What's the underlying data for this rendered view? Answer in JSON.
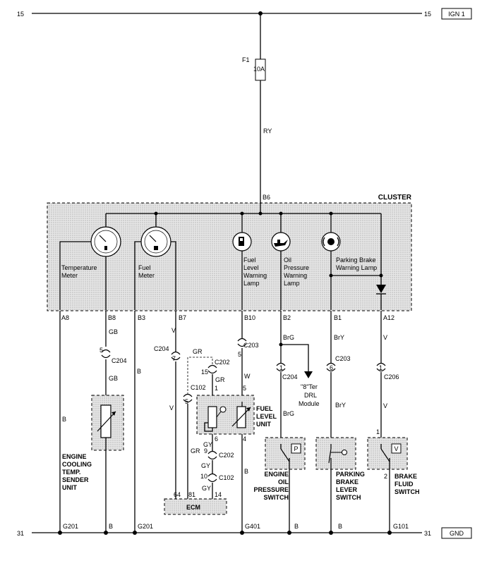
{
  "rails": {
    "top_left": "15",
    "top_right": "15",
    "top_box": "IGN 1",
    "bottom_left": "31",
    "bottom_right": "31",
    "bottom_box": "GND"
  },
  "fuse": {
    "name": "F1",
    "rating": "10A",
    "wire": "RY"
  },
  "cluster": {
    "title": "CLUSTER",
    "feed_pin": "B6",
    "temp_meter": [
      "Temperature",
      "Meter"
    ],
    "fuel_meter": [
      "Fuel",
      "Meter"
    ],
    "fuel_lamp": [
      "Fuel",
      "Level",
      "Warning",
      "Lamp"
    ],
    "oil_lamp": [
      "Oil",
      "Pressure",
      "Warning",
      "Lamp"
    ],
    "brake_lamp": [
      "Parking Brake",
      "Warning Lamp"
    ],
    "pins": [
      "A8",
      "B8",
      "B3",
      "B7",
      "B10",
      "B2",
      "B1",
      "A12"
    ]
  },
  "wires": {
    "gb1": "GB",
    "gb2": "GB",
    "b_left": "B",
    "b_mid": "B",
    "v1": "V",
    "v2": "V",
    "gr_top": "GR",
    "gr1": "GR",
    "gr2": "GR",
    "w": "W",
    "gy1": "GY",
    "gy2": "GY",
    "gy3": "GY",
    "brg1": "BrG",
    "brg2": "BrG",
    "bry1": "BrY",
    "bry2": "BrY",
    "v3": "V",
    "v4": "V",
    "b_g401": "B",
    "b_ep": "B",
    "b_pb": "B",
    "b_fuel": "B"
  },
  "connectors": {
    "c204_a": "C204",
    "c204_a_pin": "5",
    "c204_b": "C204",
    "c204_b_pin": "7",
    "c202_a": "C202",
    "c202_a_pin": "15",
    "c102_a": "C102",
    "c102_a_pin": "5",
    "c203_a": "C203",
    "c203_a_pin": "5",
    "c204_c": "C204",
    "c204_c_pin": "1",
    "c203_b": "C203",
    "c203_b_pin": "6",
    "c206": "C206",
    "c206_pin": "1",
    "c202_b": "C202",
    "c202_b_pin": "9",
    "c102_b": "C102",
    "c102_b_pin": "10"
  },
  "fuel_unit": {
    "title": [
      "FUEL",
      "LEVEL",
      "UNIT"
    ],
    "pin1": "1",
    "pin5": "5",
    "pin6": "6",
    "pin4": "4"
  },
  "ecm": {
    "title": "ECM",
    "pin64": "64",
    "pin81": "81",
    "pin14": "14"
  },
  "drl": {
    "lines": [
      "\"8\"Ter",
      "DRL",
      "Module"
    ]
  },
  "sensors": {
    "engine_temp": [
      "ENGINE",
      "COOLING",
      "TEMP.",
      "SENDER",
      "UNIT"
    ],
    "oil_switch": [
      "ENGINE",
      "OIL",
      "PRESSURE",
      "SWITCH"
    ],
    "oil_symbol": "P",
    "park_switch": [
      "PARKING",
      "BRAKE",
      "LEVER",
      "SWITCH"
    ],
    "brake_fluid": [
      "BRAKE",
      "FLUID",
      "SWITCH"
    ],
    "brake_fluid_symbol": "V",
    "brake_fluid_pin1": "1",
    "brake_fluid_pin2": "2"
  },
  "grounds": {
    "g201_a": "G201",
    "g201_b": "G201",
    "g401": "G401",
    "g101": "G101"
  }
}
